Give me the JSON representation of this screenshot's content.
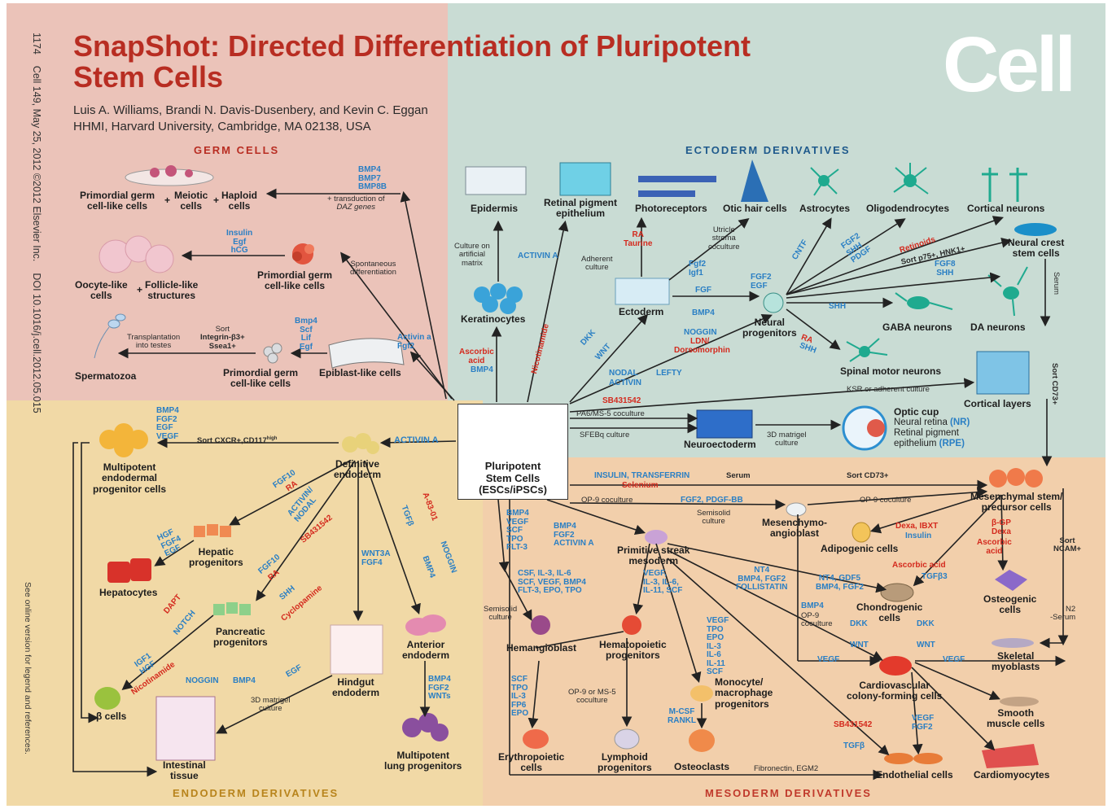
{
  "header": {
    "page_number": "1174",
    "journal_ref": "Cell 149, May 25, 2012 ©2012 Elsevier Inc.",
    "doi": "DOI 10.1016/j.cell.2012.05.015",
    "title_line1": "SnapShot: Directed Differentiation of Pluripotent",
    "title_line2": "Stem Cells",
    "authors": "Luis A. Williams, Brandi N. Davis-Dusenbery, and Kevin C. Eggan",
    "affiliation": "HHMI, Harvard University, Cambridge, MA 02138, USA",
    "logo": "Cell",
    "online_note": "See online version for legend and references."
  },
  "colors": {
    "germ_bg": "#ebc3b9",
    "ecto_bg": "#c9dcd4",
    "endo_bg": "#f1d9a6",
    "meso_bg": "#f2cfab",
    "title_red": "#b82d22",
    "factor_blue": "#2a7fc4",
    "inhibitor_red": "#d42a1e",
    "germ_heading": "#b82d22",
    "ecto_heading": "#1f5a8c",
    "endo_heading": "#b8841c",
    "meso_heading": "#c0392b"
  },
  "sections": {
    "germ": "GERM CELLS",
    "ecto": "ECTODERM DERIVATIVES",
    "endo": "ENDODERM DERIVATIVES",
    "meso": "MESODERM DERIVATIVES"
  },
  "center": {
    "line1": "Pluripotent",
    "line2": "Stem Cells",
    "line3": "(ESCs/iPSCs)"
  },
  "germ": {
    "pgcl_1": "Primordial germ",
    "pgcl_2": "cell-like cells",
    "plus1": "+",
    "meiotic_1": "Meiotic",
    "meiotic_2": "cells",
    "plus2": "+",
    "haploid_1": "Haploid",
    "haploid_2": "cells",
    "f_bmp": [
      "BMP4",
      "BMP7",
      "BMP8B"
    ],
    "daz_1": "+ transduction of",
    "daz_2": "DAZ genes",
    "f_insulin": [
      "Insulin",
      "Egf",
      "hCG"
    ],
    "oocyte_1": "Oocyte-like",
    "oocyte_2": "cells",
    "plus3": "+",
    "follicle_1": "Follicle-like",
    "follicle_2": "structures",
    "pgc2_1": "Primordial germ",
    "pgc2_2": "cell-like cells",
    "spont_1": "Spontaneous",
    "spont_2": "differentiation",
    "f_bmp4": [
      "Bmp4",
      "Scf",
      "Lif",
      "Egf"
    ],
    "sort_1": "Sort",
    "sort_2": "Integrin-β3+",
    "sort_3": "Ssea1+",
    "transplant_1": "Transplantation",
    "transplant_2": "into testes",
    "f_activin": [
      "Activin a",
      "Fgf2"
    ],
    "sperm": "Spermatozoa",
    "pgc3_1": "Primordial germ",
    "pgc3_2": "cell-like cells",
    "epiblast": "Epiblast-like cells"
  },
  "ecto": {
    "epidermis": "Epidermis",
    "rpe_1": "Retinal pigment",
    "rpe_2": "epithelium",
    "photoreceptors": "Photoreceptors",
    "otic": "Otic hair cells",
    "astrocytes": "Astrocytes",
    "oligodendrocytes": "Oligodendrocytes",
    "cortical": "Cortical neurons",
    "culture_matrix_1": "Culture on",
    "culture_matrix_2": "artificial",
    "culture_matrix_3": "matrix",
    "activin_a": "ACTIVIN A",
    "adherent_1": "Adherent",
    "adherent_2": "culture",
    "ra_taurine": [
      "RA",
      "Taurine"
    ],
    "utricle_1": "Utricle",
    "utricle_2": "stroma",
    "utricle_3": "coculture",
    "cntf": "CNTF",
    "fgf2_shh_pdgf": [
      "FGF2",
      "SHH",
      "PDGF"
    ],
    "retinoids": "Retinoids",
    "sort_p75": "Sort p75+, HNK1+",
    "nc_1": "Neural crest",
    "nc_2": "stem cells",
    "fgf8_shh": [
      "FGF8",
      "SHH"
    ],
    "keratinocytes": "Keratinocytes",
    "fgf2_igf1": [
      "Fgf2",
      "Igf1"
    ],
    "fgf2_egf": [
      "FGF2",
      "EGF"
    ],
    "fgf": "FGF",
    "bmp4": "BMP4",
    "ectoderm": "Ectoderm",
    "noggin": "NOGGIN",
    "ldn": "LDN/",
    "dorsomorphin": "Dorsomorphin",
    "neural_prog_1": "Neural",
    "neural_prog_2": "progenitors",
    "shh": "SHH",
    "gaba": "GABA neurons",
    "da": "DA neurons",
    "serum": "Serum",
    "ra_shh": [
      "RA",
      "SHH"
    ],
    "spinal": "Spinal motor neurons",
    "ascorbic": [
      "Ascorbic",
      "acid"
    ],
    "bmp4_asc": "BMP4",
    "nicotinamide": "Nicotinamide",
    "dkk": "DKK",
    "wnt": "WNT",
    "nodal": "NODAL",
    "activin": "ACTIVIN",
    "lefty": "LEFTY",
    "sb431542": "SB431542",
    "ksr": "KSR or adherent culture",
    "cortical_layers": "Cortical layers",
    "sort_cd73": "Sort CD73+",
    "pa6": "PA6/MS-5 coculture",
    "sfebq": "SFEBq culture",
    "neuroectoderm": "Neuroectoderm",
    "matrigel_1": "3D matrigel",
    "matrigel_2": "culture",
    "optic_cup": "Optic cup",
    "neural_retina": "Neural retina",
    "nr": "(NR)",
    "retinal_pig": "Retinal pigment",
    "epithelium": "epithelium",
    "rpe_abbr": "(RPE)"
  },
  "endo": {
    "f_bmp4": [
      "BMP4",
      "FGF2",
      "EGF",
      "VEGF"
    ],
    "sort_cxcr": "Sort CXCR+,CD117",
    "sort_high": "high",
    "activin_a": "ACTIVIN A",
    "multi_1": "Multipotent",
    "multi_2": "endodermal",
    "multi_3": "progenitor cells",
    "def_1": "Definitive",
    "def_2": "endoderm",
    "fgf10_ra": [
      "FGF10",
      "RA"
    ],
    "activin_nodal": [
      "ACTIVIN/",
      "NODAL"
    ],
    "sb": "SB431542",
    "a8301": "A-83-01",
    "tgfb": "TGFβ",
    "hgf": [
      "HGF",
      "FGF4",
      "EGF"
    ],
    "hepatic_1": "Hepatic",
    "hepatic_2": "progenitors",
    "hepatocytes": "Hepatocytes",
    "fgf10_ra2": [
      "FGF10",
      "RA"
    ],
    "shh": "SHH",
    "cyclopamine": "Cyclopamine",
    "wnt3a": [
      "WNT3A",
      "FGF4"
    ],
    "noggin": "NOGGIN",
    "bmp4b": "BMP4",
    "dapt": "DAPT",
    "notch": "NOTCH",
    "panc_1": "Pancreatic",
    "panc_2": "progenitors",
    "anterior_1": "Anterior",
    "anterior_2": "endoderm",
    "igf1": [
      "IGF1",
      "HGF"
    ],
    "nicotinamide": "Nicotinamide",
    "beta": "β cells",
    "noggin2": "NOGGIN",
    "bmp4c": "BMP4",
    "egf": "EGF",
    "matrigel_1": "3D matrigel",
    "matrigel_2": "culture",
    "hindgut_1": "Hindgut",
    "hindgut_2": "endoderm",
    "f_lung": [
      "BMP4",
      "FGF2",
      "WNTs"
    ],
    "intestinal_1": "Intestinal",
    "intestinal_2": "tissue",
    "lung_1": "Multipotent",
    "lung_2": "lung progenitors"
  },
  "meso": {
    "insulin": "INSULIN, TRANSFERRIN",
    "selenium": "Selenium",
    "serum": "Serum",
    "sort_cd73": "Sort CD73+",
    "msc_1": "Mesenchymal stem/",
    "msc_2": "precursor cells",
    "op9": "OP-9 coculture",
    "fgf2_pdgf": "FGF2, PDGF-BB",
    "op9b": "OP-9 coculture",
    "semisolid_1": "Semisolid",
    "semisolid_2": "culture",
    "mesang_1": "Mesenchymo-",
    "mesang_2": "angioblast",
    "f_bmp4a": [
      "BMP4",
      "VEGF",
      "SCF",
      "TPO",
      "FLT-3"
    ],
    "f_bmp4b": [
      "BMP4",
      "FGF2",
      "ACTIVIN A"
    ],
    "dexa": "Dexa, IBXT",
    "insulin2": "Insulin",
    "adipo": "Adipogenic cells",
    "bgp": [
      "β-GP",
      "Dexa"
    ],
    "ascorbic": [
      "Ascorbic",
      "acid"
    ],
    "sort_ncam": [
      "Sort",
      "NCAM+"
    ],
    "ps_1": "Primitive streak",
    "ps_2": "mesoderm",
    "f_csf": [
      "CSF, IL-3, IL-6",
      "SCF, VEGF, BMP4",
      "FLT-3, EPO, TPO"
    ],
    "f_vegf": [
      "VEGF,",
      "IL-3, IL-6,",
      "IL-11, SCF"
    ],
    "nt4": [
      "NT4",
      "BMP4, FGF2",
      "FOLLISTATIN"
    ],
    "nt4b": [
      "NT4, GDF5",
      "BMP4, FGF2"
    ],
    "asc_acid": "Ascorbic acid",
    "tgfb3": "TGFβ3",
    "osteo_1": "Osteogenic",
    "osteo_2": "cells",
    "n2": [
      "N2",
      "-Serum"
    ],
    "semisolid2_1": "Semisolid",
    "semisolid2_2": "culture",
    "bmp4": "BMP4",
    "op9c_1": "OP-9",
    "op9c_2": "coculture",
    "chondro_1": "Chondrogenic",
    "chondro_2": "cells",
    "dkk": "DKK",
    "wnt": "WNT",
    "dkk2": "DKK",
    "wnt2": "WNT",
    "f_vegf2": [
      "VEGF",
      "TPO",
      "EPO",
      "IL-3",
      "IL-6",
      "IL-11",
      "SCF"
    ],
    "hemangio": "Hemangioblast",
    "hemato_1": "Hematopoietic",
    "hemato_2": "progenitors",
    "vegf": "VEGF",
    "vegf2": "VEGF",
    "skeletal_1": "Skeletal",
    "skeletal_2": "myoblasts",
    "f_scf": [
      "SCF",
      "TPO",
      "IL-3",
      "FP6",
      "EPO"
    ],
    "op9ms5_1": "OP-9 or MS-5",
    "op9ms5_2": "coculture",
    "mono_1": "Monocyte/",
    "mono_2": "macrophage",
    "mono_3": "progenitors",
    "cardio_1": "Cardiovascular",
    "cardio_2": "colony-forming cells",
    "smooth_1": "Smooth",
    "smooth_2": "muscle cells",
    "mcsf": [
      "M-CSF",
      "RANKL"
    ],
    "sb": "SB431542",
    "vegf_fgf2": [
      "VEGF",
      "FGF2"
    ],
    "tgfb": "TGFβ",
    "ery_1": "Erythropoietic",
    "ery_2": "cells",
    "lymph_1": "Lymphoid",
    "lymph_2": "progenitors",
    "osteoclasts": "Osteoclasts",
    "fibronectin": "Fibronectin, EGM2",
    "endothelial": "Endothelial cells",
    "cardiomyocytes": "Cardiomyocytes"
  }
}
